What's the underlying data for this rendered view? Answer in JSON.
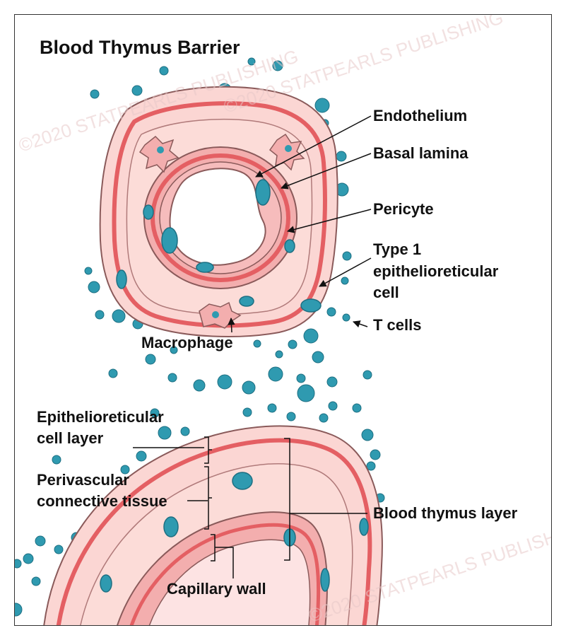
{
  "title": "Blood Thymus Barrier",
  "labels": {
    "endothelium": "Endothelium",
    "basal_lamina": "Basal lamina",
    "pericyte": "Pericyte",
    "type1_line1": "Type 1",
    "type1_line2": "epithelioreticular",
    "type1_line3": "cell",
    "t_cells": "T cells",
    "macrophage": "Macrophage",
    "epi_layer_line1": "Epithelioreticular",
    "epi_layer_line2": "cell layer",
    "perivascular_line1": "Perivascular",
    "perivascular_line2": "connective tissue",
    "blood_thymus_layer": "Blood thymus layer",
    "capillary_wall": "Capillary wall"
  },
  "watermark": "©2020 STATPEARLS PUBLISHING",
  "colors": {
    "t_cell": "#2f9ab0",
    "t_cell_dark": "#1d6f82",
    "tissue_light": "#fbd6d3",
    "tissue_mid": "#f3aeae",
    "red_band": "#e45f63",
    "outline": "#8a5a5a",
    "lumen": "#ffffff",
    "text": "#111111"
  }
}
